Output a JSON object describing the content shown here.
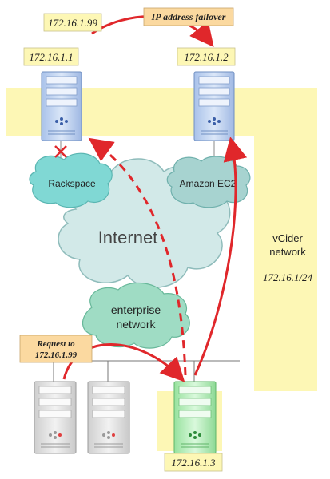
{
  "labels": {
    "virtual_ip": "172.16.1.99",
    "failover": "IP address failover",
    "server_left": "172.16.1.1",
    "server_right": "172.16.1.2",
    "server_bottom": "172.16.1.3",
    "request_line1": "Request to",
    "request_line2": "172.16.1.99"
  },
  "clouds": {
    "rackspace": "Rackspace",
    "ec2": "Amazon EC2",
    "internet": "Internet",
    "enterprise_line1": "enterprise",
    "enterprise_line2": "network"
  },
  "vcider": {
    "line1": "vCider",
    "line2": "network",
    "subnet": "172.16.1/24"
  },
  "colors": {
    "band": "#fdf7b5",
    "label_box": "#fdf7b5",
    "label_box_highlight": "#fbd9a0",
    "arrow": "#e0272b",
    "cloud_teal": "#7fd7d3",
    "cloud_green": "#9fdcc4",
    "cloud_gray": "#cfe7e6",
    "server_blue": "#c5d9f5",
    "server_gray": "#e6e6e6",
    "server_green": "#bff4c4"
  }
}
